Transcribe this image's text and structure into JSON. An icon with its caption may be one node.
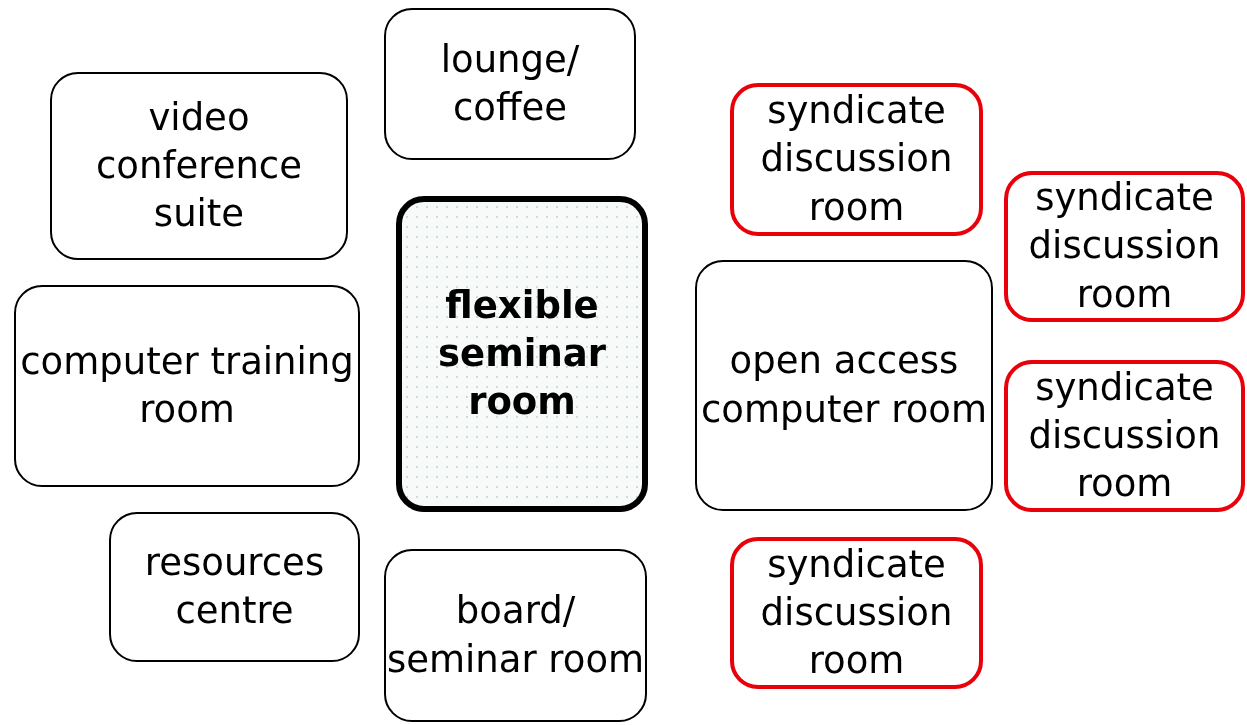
{
  "diagram": {
    "nodes": [
      {
        "text": [
          "lounge/ coffee"
        ]
      },
      {
        "text": [
          "video conference suite"
        ]
      },
      {
        "text": [
          "syndicate discussion room"
        ]
      },
      {
        "text": [
          "flexible seminar room"
        ]
      },
      {
        "text": [
          "syndicate discussion room"
        ]
      },
      {
        "text": [
          "computer training room"
        ]
      },
      {
        "text": [
          "open access computer room"
        ]
      },
      {
        "text": [
          "syndicate discussion room"
        ]
      },
      {
        "text": [
          "resources centre"
        ]
      },
      {
        "text": [
          "board/ seminar room"
        ]
      },
      {
        "text": [
          "syndicate discussion room"
        ]
      }
    ]
  }
}
